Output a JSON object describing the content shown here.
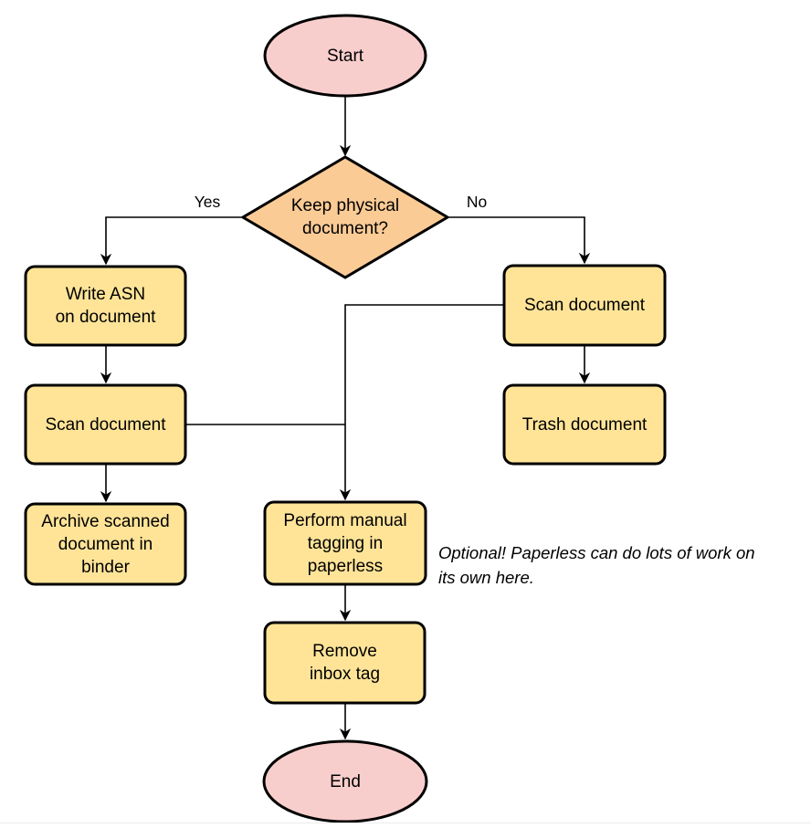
{
  "diagram": {
    "type": "flowchart",
    "nodes": {
      "start": {
        "label": "Start",
        "shape": "terminator"
      },
      "decision_keep_physical": {
        "label": "Keep physical\ndocument?",
        "shape": "decision"
      },
      "write_asn": {
        "label": "Write ASN\non document",
        "shape": "process"
      },
      "scan_document_left": {
        "label": "Scan document",
        "shape": "process"
      },
      "archive_binder": {
        "label": "Archive scanned\ndocument in\nbinder",
        "shape": "process"
      },
      "scan_document_right": {
        "label": "Scan document",
        "shape": "process"
      },
      "trash_document": {
        "label": "Trash document",
        "shape": "process"
      },
      "manual_tagging": {
        "label": "Perform manual\ntagging in\npaperless",
        "shape": "process"
      },
      "remove_inbox_tag": {
        "label": "Remove\ninbox tag",
        "shape": "process"
      },
      "end": {
        "label": "End",
        "shape": "terminator"
      }
    },
    "edge_labels": {
      "yes": "Yes",
      "no": "No"
    },
    "note": {
      "text": "Optional! Paperless can do lots of work on\nits own here."
    },
    "colors": {
      "terminator_fill": "#F8CECC",
      "decision_fill": "#FBCB96",
      "process_fill": "#FFE498",
      "stroke": "#000000"
    }
  }
}
